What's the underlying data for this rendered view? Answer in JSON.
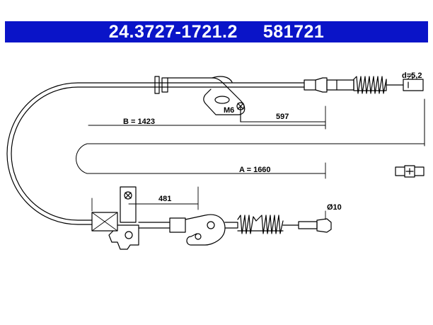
{
  "header": {
    "part_number": "24.3727-1721.2",
    "ref_number": "581721",
    "background": "#0a14c8",
    "text_color": "#ffffff"
  },
  "dimensions": {
    "d": "d=5,2",
    "m6": "M6",
    "len_597": "597",
    "b": "B = 1423",
    "a": "A = 1660",
    "len_481": "481",
    "dia": "Ø10"
  }
}
